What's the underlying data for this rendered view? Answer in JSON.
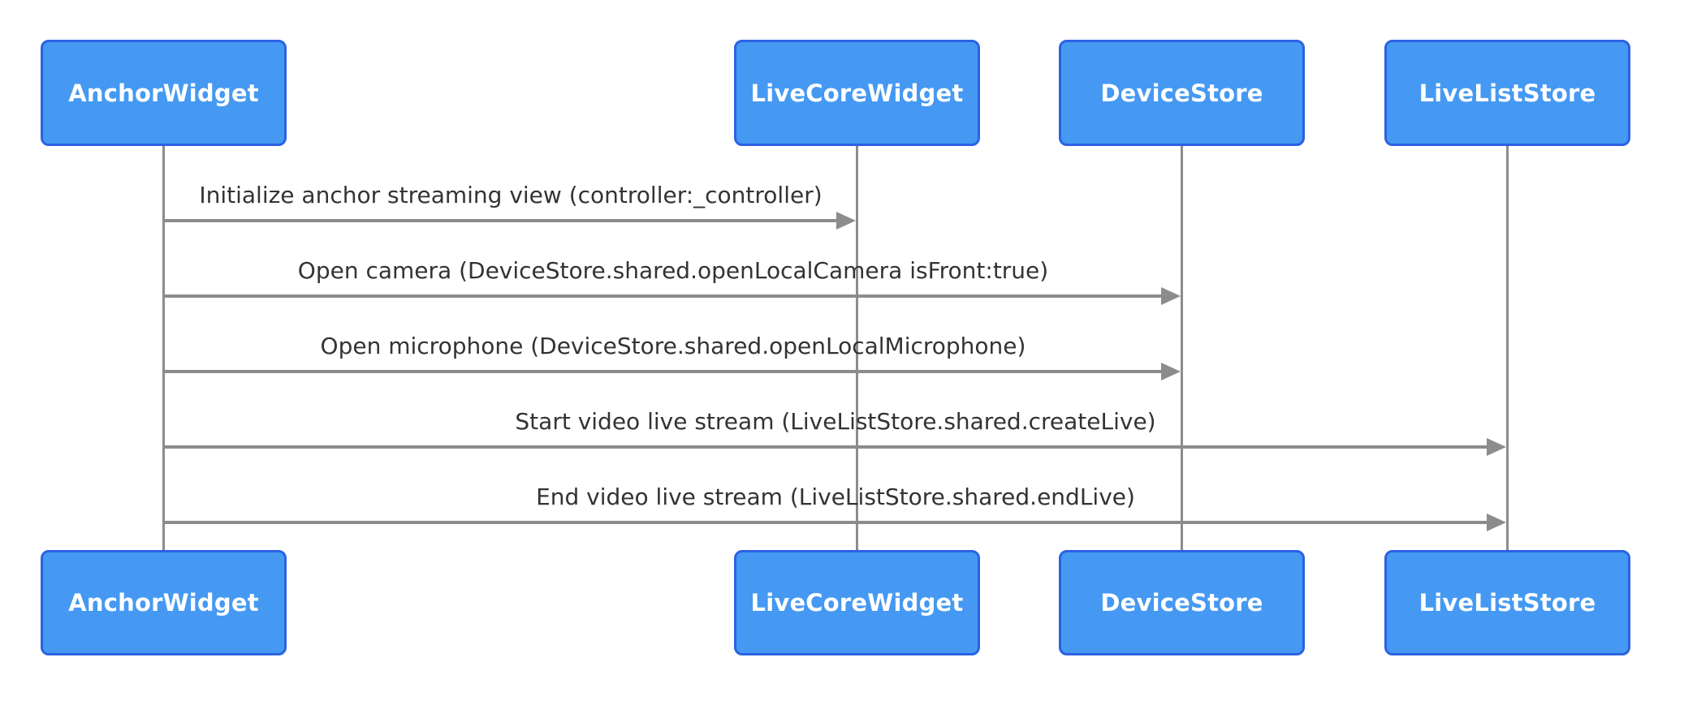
{
  "diagram": {
    "type": "sequence",
    "actors": [
      {
        "name": "AnchorWidget"
      },
      {
        "name": "LiveCoreWidget"
      },
      {
        "name": "DeviceStore"
      },
      {
        "name": "LiveListStore"
      }
    ],
    "messages": [
      {
        "from": "AnchorWidget",
        "to": "LiveCoreWidget",
        "label": "Initialize anchor streaming view (controller:_controller)"
      },
      {
        "from": "AnchorWidget",
        "to": "DeviceStore",
        "label": "Open camera (DeviceStore.shared.openLocalCamera isFront:true)"
      },
      {
        "from": "AnchorWidget",
        "to": "DeviceStore",
        "label": "Open microphone (DeviceStore.shared.openLocalMicrophone)"
      },
      {
        "from": "AnchorWidget",
        "to": "LiveListStore",
        "label": "Start video live stream (LiveListStore.shared.createLive)"
      },
      {
        "from": "AnchorWidget",
        "to": "LiveListStore",
        "label": "End video live stream (LiveListStore.shared.endLive)"
      }
    ],
    "colors": {
      "actor-fill": "#4599F2",
      "actor-border": "#2B62E3",
      "actor-text": "#FFFFFF",
      "line": "#8C8C8C",
      "message-text": "#333333",
      "background": "#FFFFFF"
    }
  }
}
